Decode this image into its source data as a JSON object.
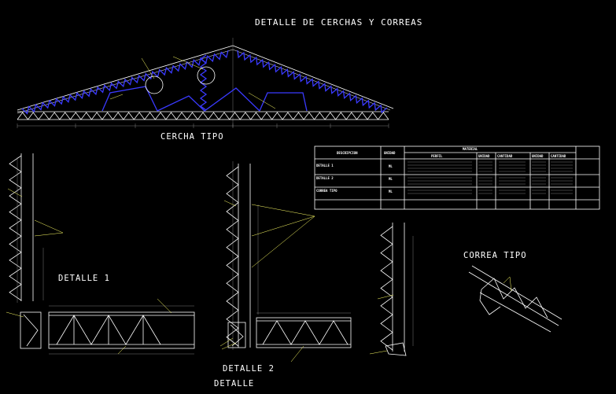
{
  "titles": {
    "main": "DETALLE DE CERCHAS Y CORREAS",
    "cercha_tipo": "CERCHA TIPO",
    "detalle_1": "DETALLE 1",
    "detalle_2": "DETALLE 2",
    "detalle": "DETALLE",
    "correa_tipo": "CORREA TIPO"
  },
  "table": {
    "header_descripcion": "DESCRIPCION",
    "header_unidad": "UNIDAD",
    "header_material": "MATERIAL",
    "sub_headers": [
      "PERFIL",
      "UNIDAD",
      "CANTIDAD",
      "UNIDAD",
      "CANTIDAD"
    ],
    "rows": [
      {
        "descripcion": "DETALLE 1",
        "unidad": "ML"
      },
      {
        "descripcion": "DETALLE 2",
        "unidad": "ML"
      },
      {
        "descripcion": "CORREA TIPO",
        "unidad": "ML"
      }
    ]
  },
  "colors": {
    "background": "#000000",
    "lines": "#ffffff",
    "truss": "#3a3aff",
    "leaders": "#ffff66"
  }
}
